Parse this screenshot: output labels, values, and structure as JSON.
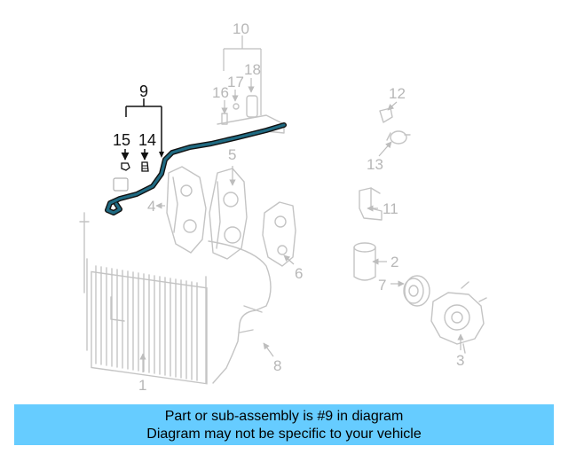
{
  "callouts": {
    "c1": "1",
    "c2": "2",
    "c3": "3",
    "c4": "4",
    "c5": "5",
    "c6": "6",
    "c7": "7",
    "c8": "8",
    "c9": "9",
    "c10": "10",
    "c11": "11",
    "c12": "12",
    "c13": "13",
    "c14": "14",
    "c15": "15",
    "c16": "16",
    "c17": "17",
    "c18": "18"
  },
  "highlight": {
    "part": "9",
    "color": "#1f6a82"
  },
  "banner": {
    "line1": "Part or sub-assembly is #9 in diagram",
    "line2": "Diagram may not be specific to your vehicle",
    "color": "#66ccff"
  }
}
